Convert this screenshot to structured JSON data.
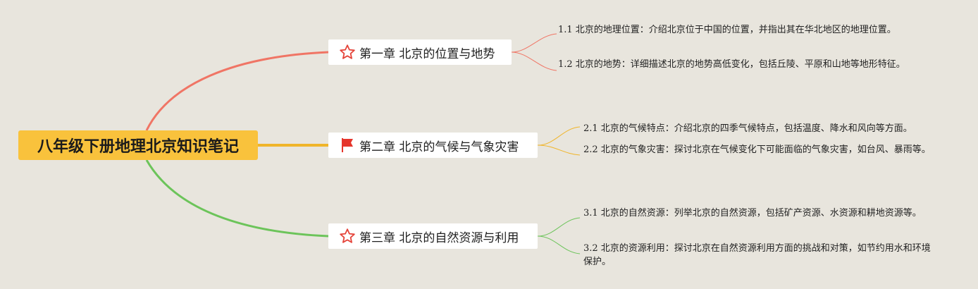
{
  "root": {
    "title": "八年级下册地理北京知识笔记"
  },
  "chapters": [
    {
      "label": "第一章 北京的位置与地势",
      "icon": "star-icon",
      "color": "#f07565",
      "notes": [
        "1.1 北京的地理位置：介绍北京位于中国的位置，并指出其在华北地区的地理位置。",
        "1.2 北京的地势：详细描述北京的地势高低变化，包括丘陵、平原和山地等地形特征。"
      ]
    },
    {
      "label": "第二章 北京的气候与气象灾害",
      "icon": "flag-icon",
      "color": "#f0b52a",
      "notes": [
        "2.1 北京的气候特点：介绍北京的四季气候特点，包括温度、降水和风向等方面。",
        "2.2 北京的气象灾害：探讨北京在气候变化下可能面临的气象灾害，如台风、暴雨等。"
      ]
    },
    {
      "label": "第三章 北京的自然资源与利用",
      "icon": "star-icon",
      "color": "#6cc45a",
      "notes": [
        "3.1 北京的自然资源：列举北京的自然资源，包括矿产资源、水资源和耕地资源等。",
        "3.2 北京的资源利用：探讨北京在自然资源利用方面的挑战和对策，如节约用水和环境保护。"
      ]
    }
  ],
  "colors": {
    "background": "#e8e5dd",
    "root_fill": "#f9c23c",
    "star_stroke": "#e5443a",
    "flag_fill": "#e5352b"
  }
}
